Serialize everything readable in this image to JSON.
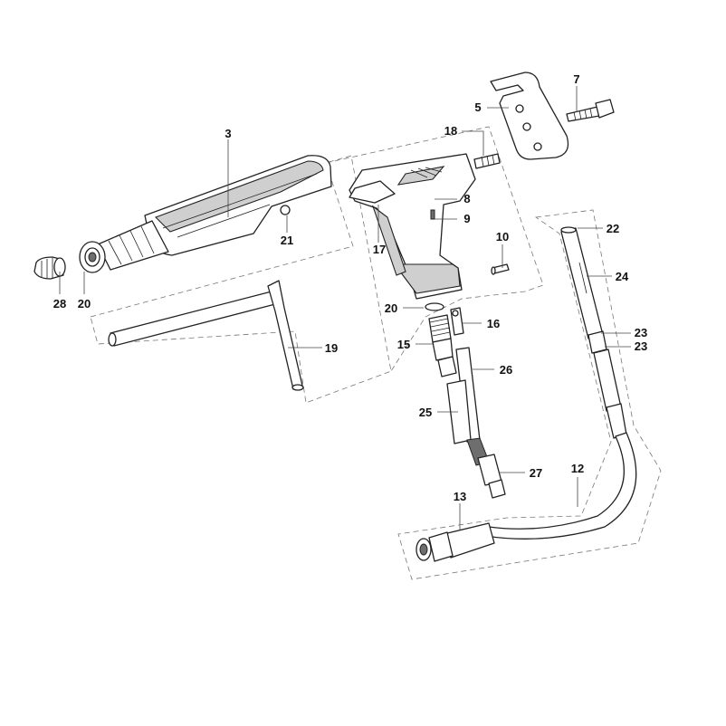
{
  "diagram": {
    "callouts": [
      {
        "id": "c3",
        "text": "3"
      },
      {
        "id": "c5",
        "text": "5"
      },
      {
        "id": "c7",
        "text": "7"
      },
      {
        "id": "c8",
        "text": "8"
      },
      {
        "id": "c9",
        "text": "9"
      },
      {
        "id": "c10",
        "text": "10"
      },
      {
        "id": "c12",
        "text": "12"
      },
      {
        "id": "c13",
        "text": "13"
      },
      {
        "id": "c15",
        "text": "15"
      },
      {
        "id": "c16",
        "text": "16"
      },
      {
        "id": "c17",
        "text": "17"
      },
      {
        "id": "c18",
        "text": "18"
      },
      {
        "id": "c19",
        "text": "19"
      },
      {
        "id": "c20a",
        "text": "20"
      },
      {
        "id": "c20b",
        "text": "20"
      },
      {
        "id": "c21",
        "text": "21"
      },
      {
        "id": "c22",
        "text": "22"
      },
      {
        "id": "c23a",
        "text": "23"
      },
      {
        "id": "c23b",
        "text": "23"
      },
      {
        "id": "c24",
        "text": "24"
      },
      {
        "id": "c25",
        "text": "25"
      },
      {
        "id": "c26",
        "text": "26"
      },
      {
        "id": "c27",
        "text": "27"
      },
      {
        "id": "c28",
        "text": "28"
      }
    ]
  }
}
